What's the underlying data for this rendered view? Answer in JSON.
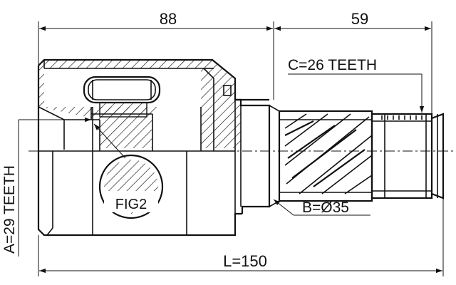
{
  "dimensions": {
    "housing_length": "88",
    "shaft_length": "59",
    "overall_length": "L=150"
  },
  "callouts": {
    "outer_spline": "C=26 TEETH",
    "inner_spline": "A=29 TEETH",
    "seal_diameter": "B=Ø35",
    "detail_ref": "FIG2"
  }
}
